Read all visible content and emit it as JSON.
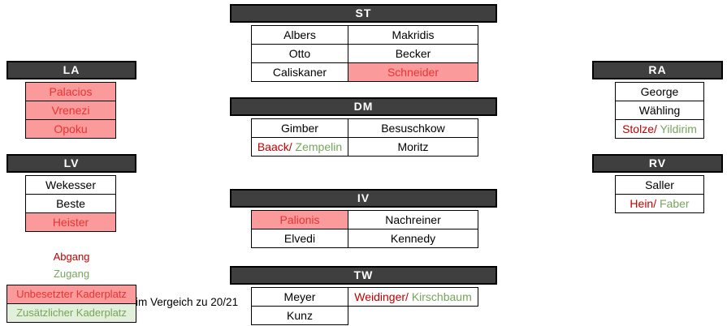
{
  "colors": {
    "header_bg": "#3F3F3F",
    "header_text": "#FFFFFF",
    "unfilled_slot_bg": "#FA9A9A",
    "unfilled_slot_text": "#E93333",
    "extra_slot_bg": "#E2EFDA",
    "departure_text": "#C00000",
    "arrival_text": "#76A55B",
    "cell_border": "#000000"
  },
  "positions": {
    "st": {
      "title": "ST",
      "rows": [
        [
          "Albers",
          "Makridis"
        ],
        [
          "Otto",
          "Becker"
        ],
        [
          "Caliskaner",
          "Schneider"
        ]
      ]
    },
    "dm": {
      "title": "DM",
      "rows": [
        [
          "Gimber",
          "Besuschkow"
        ],
        [
          {
            "out": "Baack/",
            "in": "Zempelin"
          },
          "Moritz"
        ]
      ]
    },
    "iv": {
      "title": "IV",
      "rows": [
        [
          "Palionis",
          "Nachreiner"
        ],
        [
          "Elvedi",
          "Kennedy"
        ]
      ]
    },
    "tw": {
      "title": "TW",
      "rows": [
        [
          "Meyer",
          {
            "out": "Weidinger/",
            "in": "Kirschbaum"
          }
        ],
        [
          "Kunz"
        ]
      ]
    },
    "la": {
      "title": "LA",
      "rows": [
        "Palacios",
        "Vrenezi",
        "Opoku"
      ]
    },
    "lv": {
      "title": "LV",
      "rows": [
        "Wekesser",
        "Beste",
        "Heister"
      ]
    },
    "ra": {
      "title": "RA",
      "rows": [
        "George",
        "Wähling",
        {
          "out": "Stolze/",
          "in": "Yildirim"
        }
      ]
    },
    "rv": {
      "title": "RV",
      "rows": [
        "Saller",
        {
          "out": "Hein/",
          "in": "Faber"
        }
      ]
    }
  },
  "legend": {
    "abgang": "Abgang",
    "zugang": "Zugang",
    "unbesetzter": "Unbesetzter Kaderplatz",
    "zusaetzlicher": "Zusätzlicher Kaderplatz",
    "vergleich": "im Vergeich zu 20/21"
  }
}
